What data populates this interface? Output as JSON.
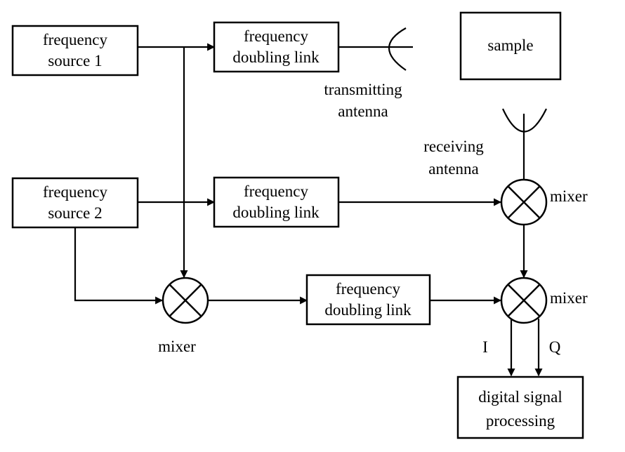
{
  "blocks": {
    "frequency_source_1": [
      "frequency",
      "source 1"
    ],
    "frequency_source_2": [
      "frequency",
      "source 2"
    ],
    "frequency_doubling_link_top": [
      "frequency",
      "doubling link"
    ],
    "frequency_doubling_link_middle": [
      "frequency",
      "doubling link"
    ],
    "frequency_doubling_link_bottom": [
      "frequency",
      "doubling link"
    ],
    "sample": "sample",
    "digital_signal_processing": [
      "digital signal",
      "processing"
    ]
  },
  "labels": {
    "transmitting_antenna": [
      "transmitting",
      "antenna"
    ],
    "receiving_antenna": [
      "receiving",
      "antenna"
    ],
    "mixer_right_top": "mixer",
    "mixer_right_bottom": "mixer",
    "mixer_left": "mixer",
    "output_i": "I",
    "output_q": "Q"
  }
}
